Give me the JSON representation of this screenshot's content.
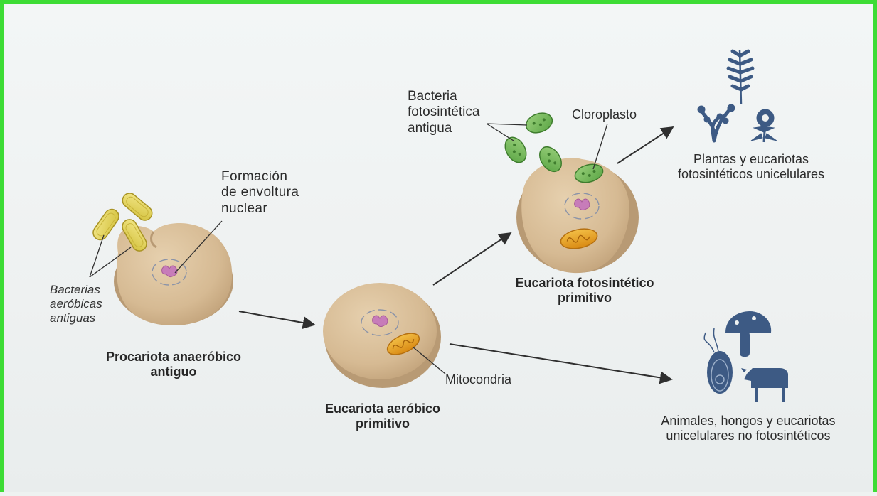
{
  "labels": {
    "procariota": [
      "Procariota anaeróbico",
      "antiguo"
    ],
    "eucariota_aerobico": [
      "Eucariota aeróbico",
      "primitivo"
    ],
    "eucariota_fotosintetico": [
      "Eucariota fotosintético",
      "primitivo"
    ],
    "bacterias_aerobicas": [
      "Bacterias",
      "aeróbicas",
      "antiguas"
    ],
    "formacion": [
      "Formación",
      "de envoltura",
      "nuclear"
    ],
    "bacteria_fotosintetica": [
      "Bacteria",
      "fotosintética",
      "antigua"
    ],
    "cloroplasto": "Cloroplasto",
    "mitocondria": "Mitocondria",
    "plantas": [
      "Plantas y eucariotas",
      "fotosintéticos unicelulares"
    ],
    "animales": [
      "Animales, hongos y eucariotas",
      "unicelulares no fotosintéticos"
    ]
  },
  "colors": {
    "frame": "#3ddc35",
    "cell": "#d9bf9a",
    "cell_shadow": "#b89a74",
    "bacteria_yellow": "#e8d860",
    "chloroplast": "#7bbf5e",
    "mitochondria": "#eaa52c",
    "nucleus": "#c77cb9",
    "icon_blue": "#3d5a84",
    "arrow": "#2f2f2f"
  }
}
